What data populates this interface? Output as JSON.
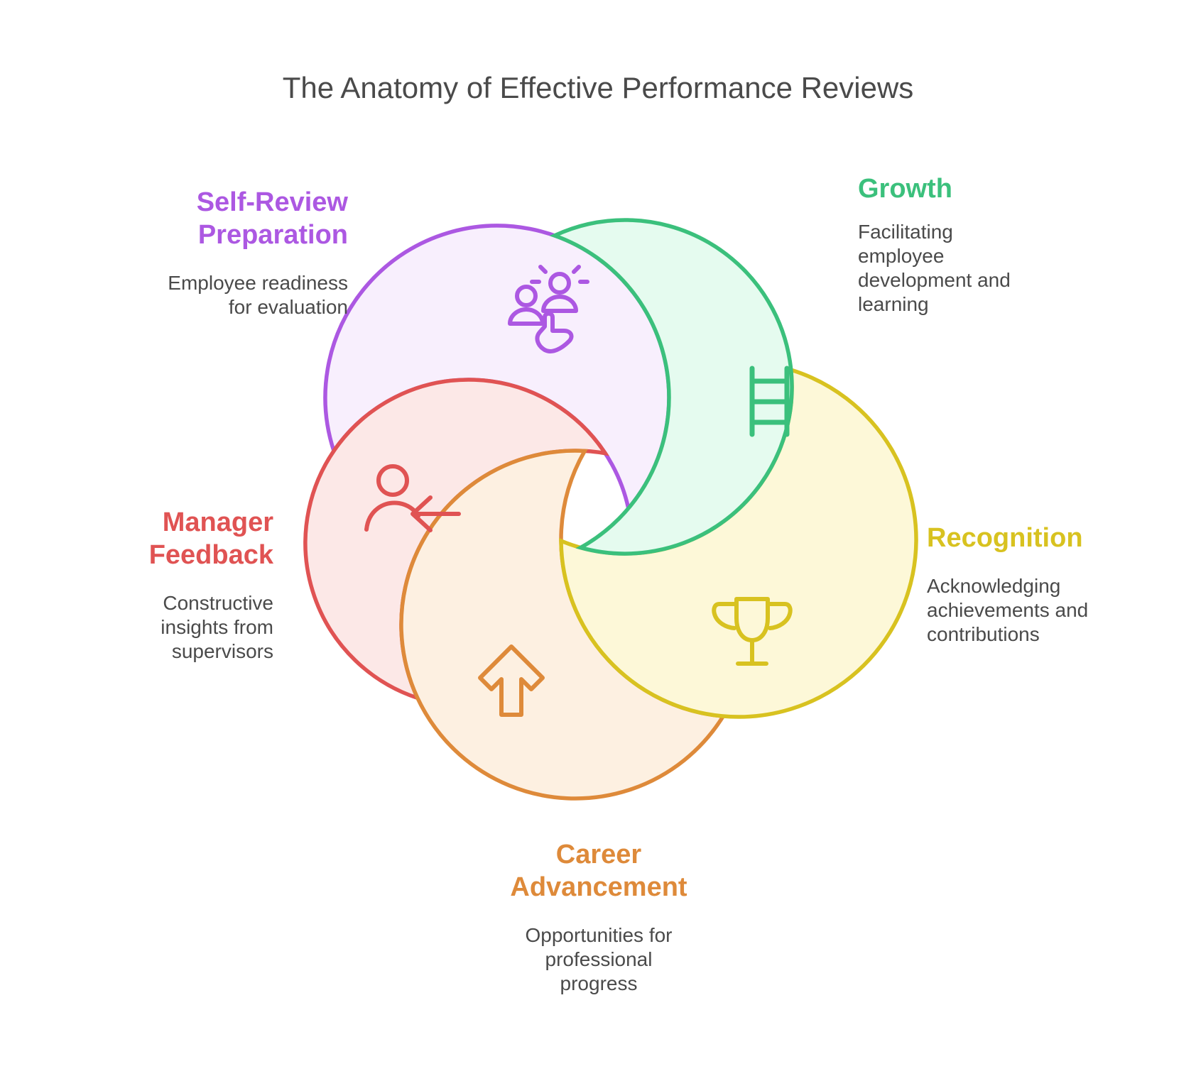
{
  "title": "The Anatomy of Effective Performance Reviews",
  "sections": [
    {
      "id": "self_review",
      "title": "Self-Review\nPreparation",
      "description": "Employee readiness\nfor evaluation",
      "color": "#AC58E2",
      "fill": "#F8EFFD",
      "icon": "people-selection-icon"
    },
    {
      "id": "growth",
      "title": "Growth",
      "description": "Facilitating\nemployee\ndevelopment and\nlearning",
      "color": "#3BC07C",
      "fill": "#E5FBEF",
      "icon": "ladder-icon"
    },
    {
      "id": "recognition",
      "title": "Recognition",
      "description": "Acknowledging\nachievements and\ncontributions",
      "color": "#D8C220",
      "fill": "#FDF8D8",
      "icon": "trophy-icon"
    },
    {
      "id": "career",
      "title": "Career\nAdvancement",
      "description": "Opportunities for\nprofessional\nprogress",
      "color": "#DE8A3A",
      "fill": "#FDF0E1",
      "icon": "arrow-up-icon"
    },
    {
      "id": "manager",
      "title": "Manager\nFeedback",
      "description": "Constructive\ninsights from\nsupervisors",
      "color": "#E05353",
      "fill": "#FCE8E7",
      "icon": "person-feedback-icon"
    }
  ]
}
